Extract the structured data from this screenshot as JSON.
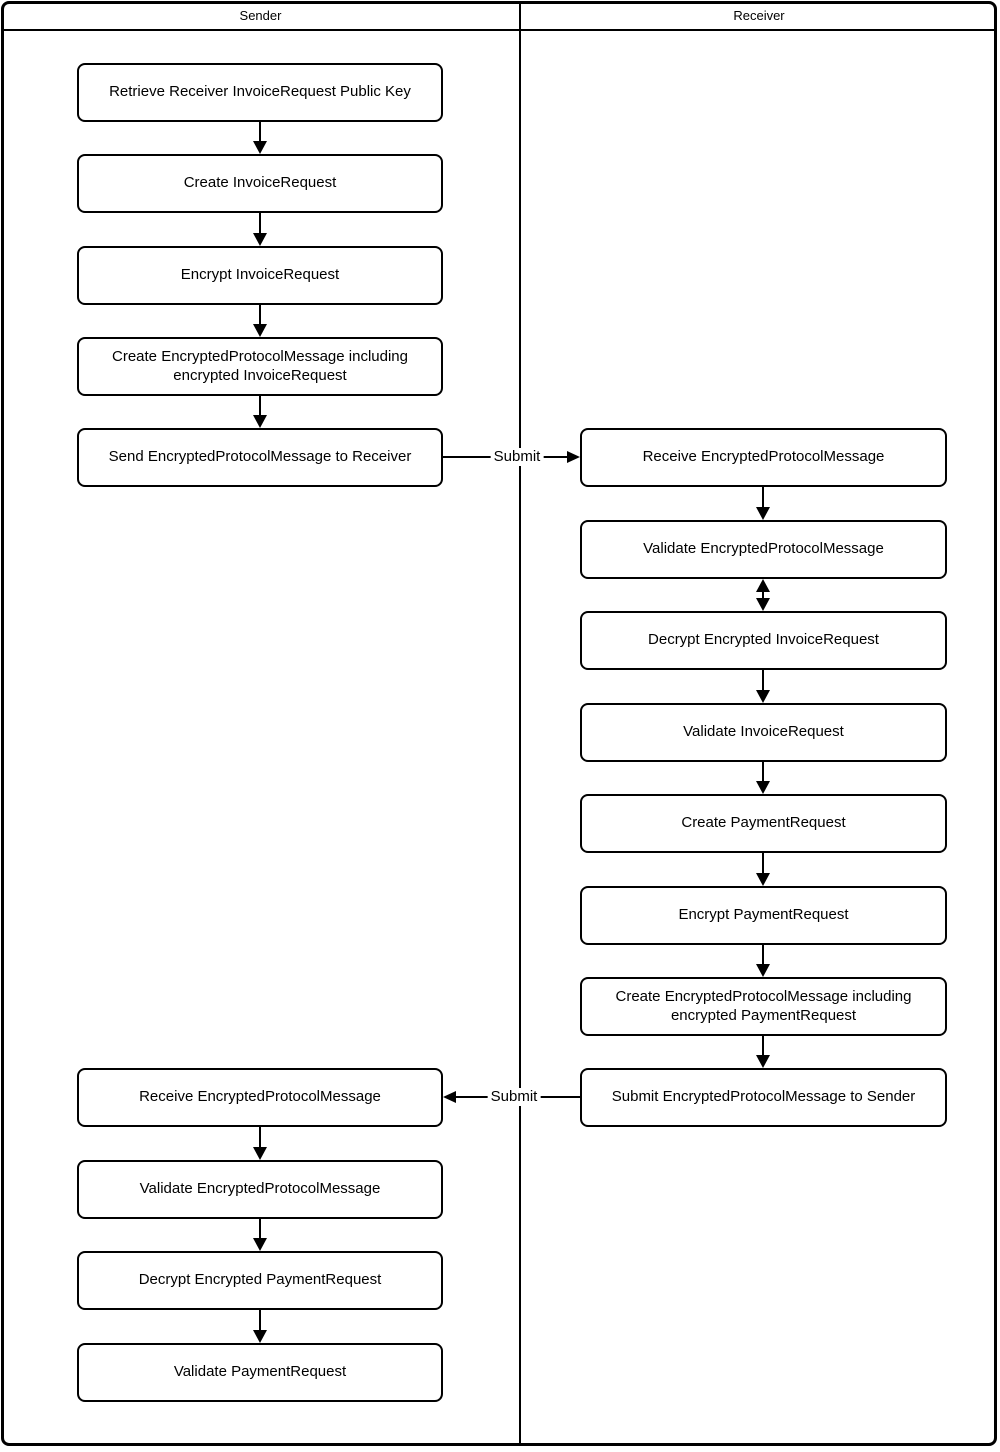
{
  "lanes": {
    "sender": "Sender",
    "receiver": "Receiver"
  },
  "sender_boxes": [
    "Retrieve Receiver InvoiceRequest Public Key",
    "Create InvoiceRequest",
    "Encrypt InvoiceRequest",
    "Create EncryptedProtocolMessage including encrypted InvoiceRequest",
    "Send EncryptedProtocolMessage to Receiver",
    "Receive EncryptedProtocolMessage",
    "Validate EncryptedProtocolMessage",
    "Decrypt Encrypted PaymentRequest",
    "Validate PaymentRequest"
  ],
  "receiver_boxes": [
    "Receive EncryptedProtocolMessage",
    "Validate EncryptedProtocolMessage",
    "Decrypt Encrypted InvoiceRequest",
    "Validate InvoiceRequest",
    "Create PaymentRequest",
    "Encrypt PaymentRequest",
    "Create EncryptedProtocolMessage including encrypted PaymentRequest",
    "Submit EncryptedProtocolMessage to Sender"
  ],
  "connector_labels": {
    "submit_to_receiver": "Submit",
    "submit_to_sender": "Submit"
  },
  "colors": {
    "line": "#000000",
    "background": "#ffffff",
    "node_fill": "#ffffff",
    "text": "#000000"
  }
}
